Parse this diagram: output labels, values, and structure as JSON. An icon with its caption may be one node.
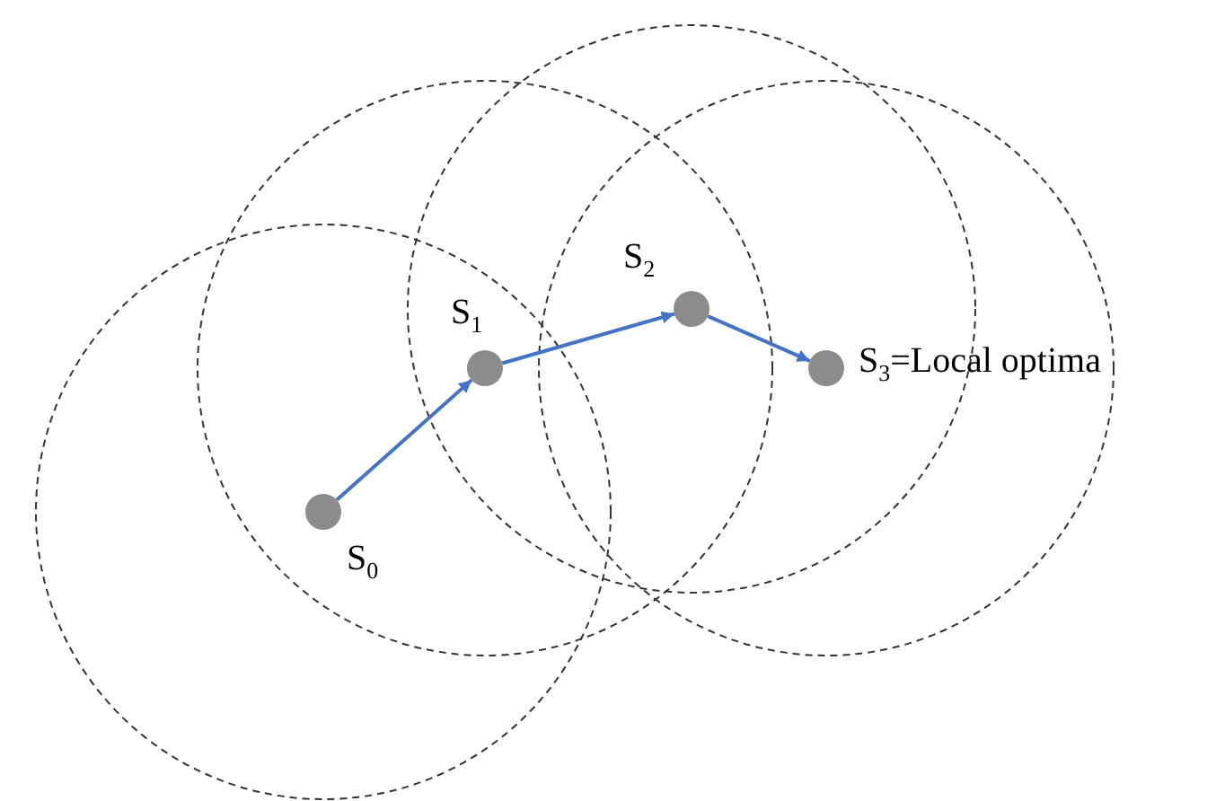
{
  "diagram": {
    "nodes": [
      {
        "text": [],
        "shape": "circle",
        "beside": [
          "S$_{0}$"
        ]
      },
      {
        "text": [],
        "shape": "circle",
        "beside": [
          "S$_{1}$"
        ]
      },
      {
        "text": [],
        "shape": "circle",
        "beside": [
          "S$_{2}$"
        ]
      },
      {
        "text": [],
        "shape": "circle",
        "beside": [
          "S$_{3}$=Local optima"
        ]
      }
    ],
    "edges": [
      {
        "from": 0,
        "to": 1,
        "arrow": "to"
      },
      {
        "from": 1,
        "to": 2,
        "arrow": "to"
      },
      {
        "from": 2,
        "to": 3,
        "arrow": "to"
      }
    ]
  }
}
